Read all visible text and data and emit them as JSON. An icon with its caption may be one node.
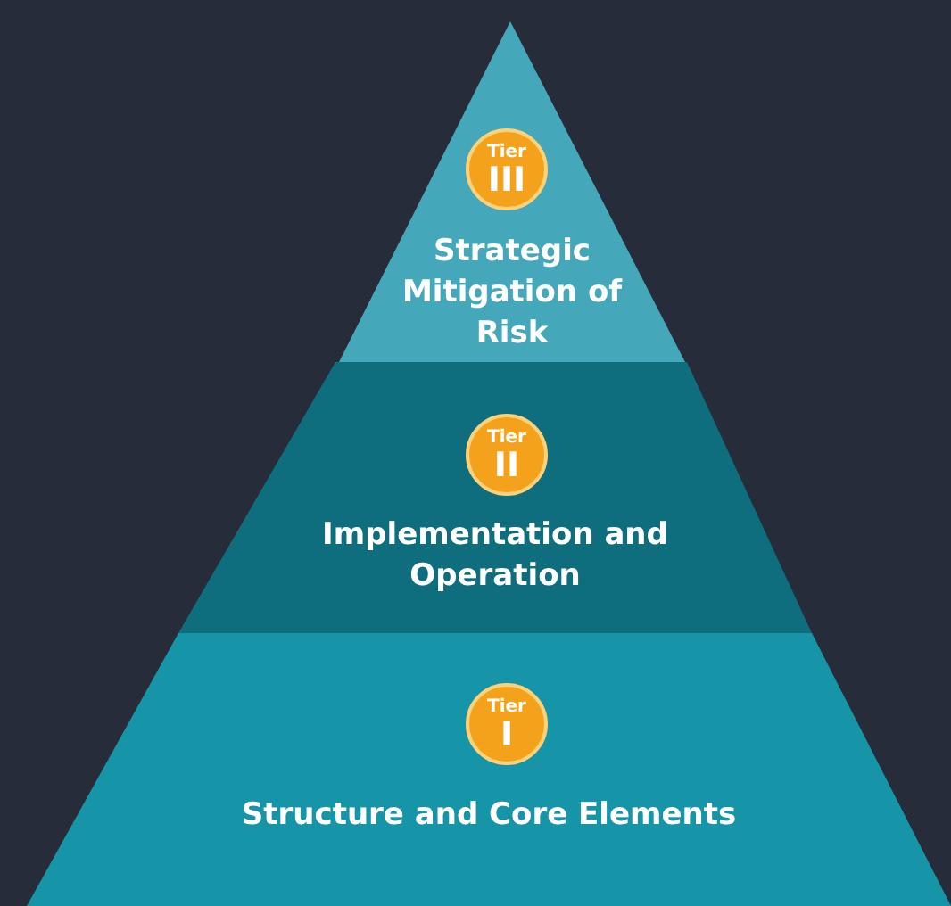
{
  "diagram": {
    "nodes": [
      {
        "text": [
          "Strategic Mitigation of Risk"
        ]
      },
      {
        "text": [
          "Tier",
          "III"
        ],
        "in": 0
      },
      {
        "text": [
          "Implementation and Operation"
        ]
      },
      {
        "text": [
          "Tier",
          "II"
        ],
        "in": 2
      },
      {
        "text": [
          "Structure and Core Elements"
        ]
      },
      {
        "text": [
          "Tier",
          "I"
        ],
        "in": 4
      }
    ]
  }
}
